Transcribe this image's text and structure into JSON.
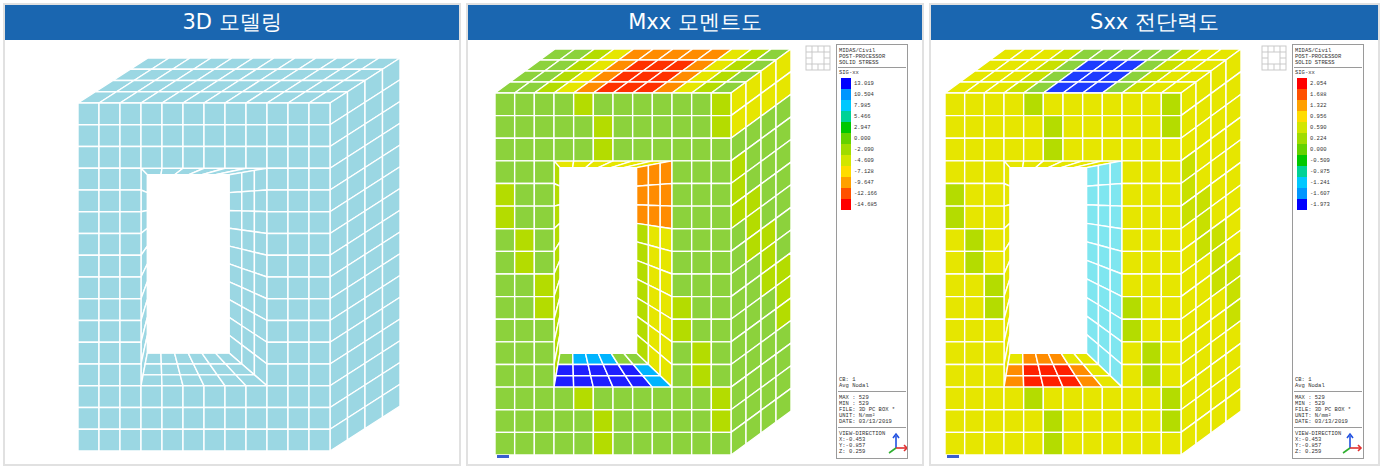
{
  "diagram": {
    "nodes": [
      {
        "text": [
          "3D 모델링"
        ]
      },
      {
        "text": [
          "Mxx 모멘트도"
        ]
      },
      {
        "text": [
          "MIDAS/Civil",
          "POST-PROCESSOR",
          "SOLID STRESS",
          "SIG-xx",
          "CB: 1",
          "Avg Nodal",
          "MAX : 529",
          "MIN : 529",
          "FILE: 3D PC BOX *",
          "UNIT: N/mm²",
          "DATE: 03/13/2019",
          "VIEW-DIRECTION",
          "X:-0.453",
          "Y:-0.857",
          "Z: 0.259"
        ],
        "in": 1
      },
      {
        "text": [
          "Sxx 전단력도"
        ]
      },
      {
        "text": [
          "MIDAS/Civil",
          "POST-PROCESSOR",
          "SOLID STRESS",
          "SIG-xx",
          "CB: 1",
          "Avg Nodal",
          "MAX : 529",
          "MIN : 529",
          "FILE: 3D PC BOX *",
          "UNIT: N/mm²",
          "DATE: 03/13/2019",
          "VIEW-DIRECTION",
          "X:-0.453",
          "Y:-0.857",
          "Z: 0.259"
        ],
        "in": 3
      }
    ],
    "legend": [
      {
        "text": "13.019",
        "color": "#0000ff"
      },
      {
        "text": "10.504",
        "color": "#0096ff"
      },
      {
        "text": "7.985",
        "color": "#00c8ff"
      },
      {
        "text": "5.466",
        "color": "#00d296"
      },
      {
        "text": "2.947",
        "color": "#00c800"
      },
      {
        "text": "0.000",
        "color": "#64d200"
      },
      {
        "text": "-2.090",
        "color": "#a0dc00"
      },
      {
        "text": "-4.609",
        "color": "#d2e600"
      },
      {
        "text": "-7.128",
        "color": "#ffdc00"
      },
      {
        "text": "-9.647",
        "color": "#ffa000"
      },
      {
        "text": "-12.166",
        "color": "#ff5000"
      },
      {
        "text": "-14.685",
        "color": "#ff0000"
      },
      {
        "text": "2.054",
        "color": "#ff0000"
      },
      {
        "text": "1.688",
        "color": "#ff5000"
      },
      {
        "text": "1.322",
        "color": "#ffa000"
      },
      {
        "text": "0.956",
        "color": "#ffdc00"
      },
      {
        "text": "0.590",
        "color": "#d2e600"
      },
      {
        "text": "0.224",
        "color": "#a0dc00"
      },
      {
        "text": "0.000",
        "color": "#64d200"
      },
      {
        "text": "-0.509",
        "color": "#00c800"
      },
      {
        "text": "-0.875",
        "color": "#00d296"
      },
      {
        "text": "-1.241",
        "color": "#00c8ff"
      },
      {
        "text": "-1.607",
        "color": "#0096ff"
      },
      {
        "text": "-1.973",
        "color": "#0000ff"
      }
    ]
  }
}
